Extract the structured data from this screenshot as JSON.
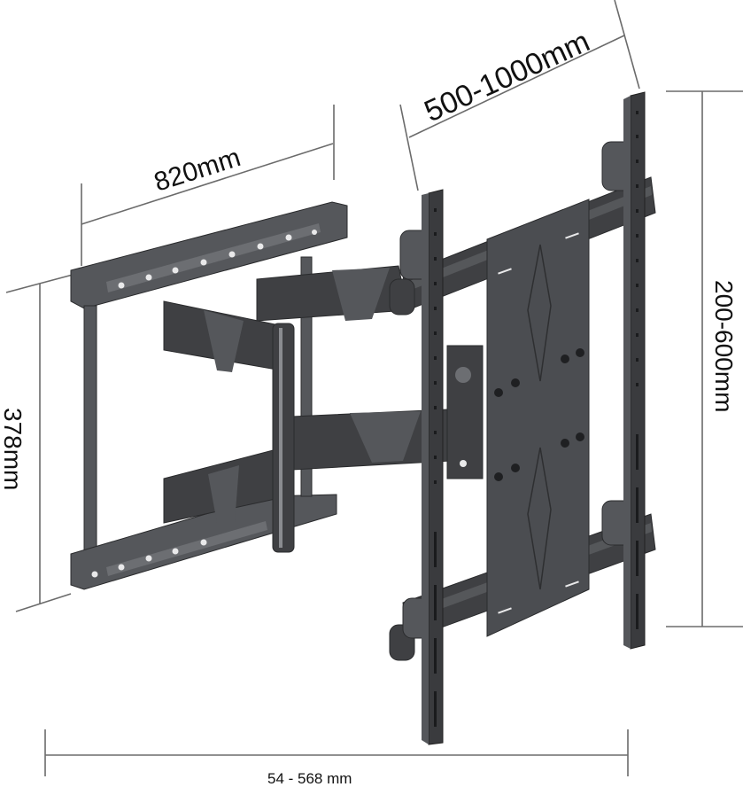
{
  "product": {
    "description": "Full-motion TV wall mount bracket with dimension annotations",
    "colors": {
      "metal_dark": "#3f4043",
      "metal_mid": "#55575b",
      "metal_light": "#6c6e72",
      "dimension_line": "#6b6b6b",
      "text": "#111111",
      "background": "#ffffff"
    }
  },
  "dimensions": {
    "wall_plate_width": "820mm",
    "wall_plate_height": "378mm",
    "vesa_horizontal": "500-1000mm",
    "vesa_vertical": "200-600mm",
    "extension_range": "54 - 568 mm"
  }
}
